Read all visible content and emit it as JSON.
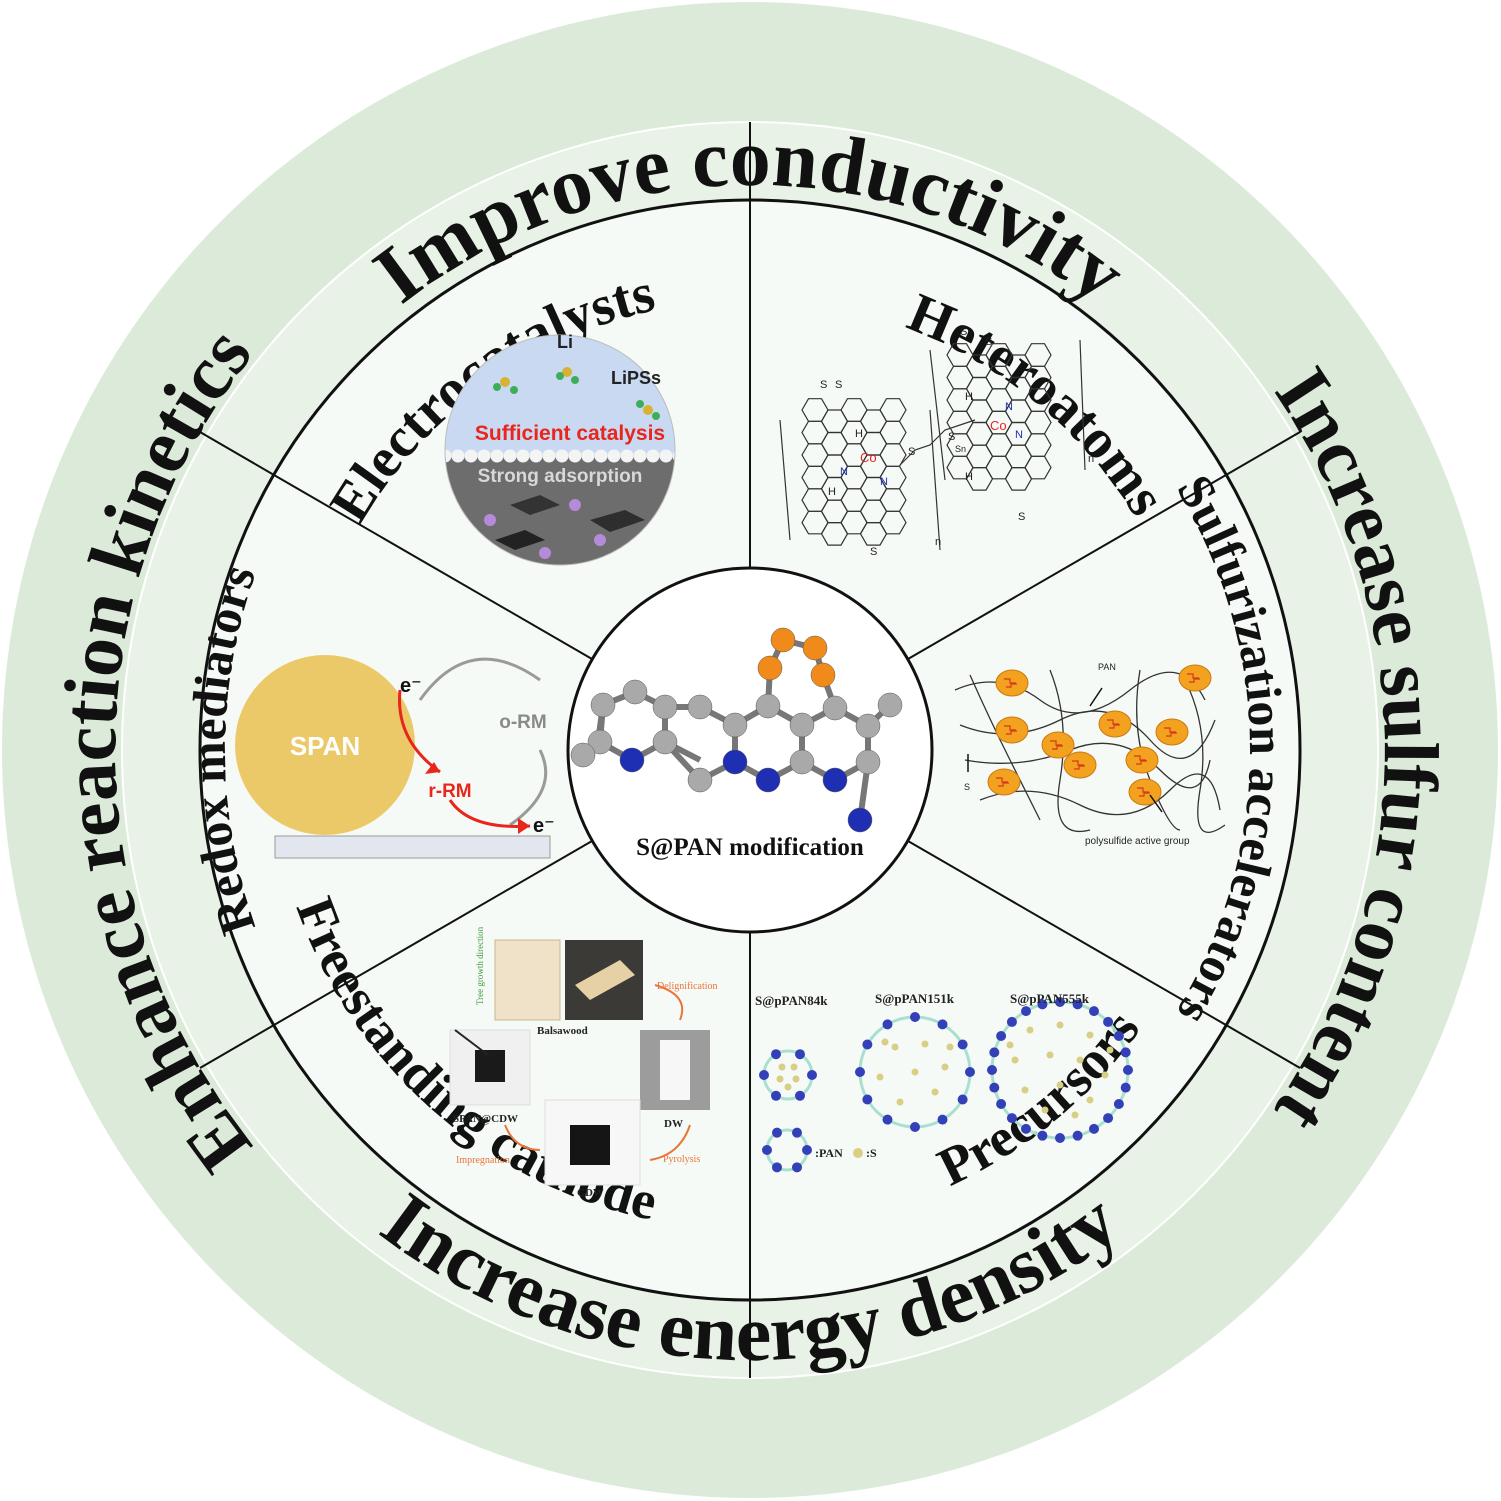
{
  "colors": {
    "outer_ring": "#dcebd9",
    "middle_ring": "#e8f2e6",
    "inner_disk": "#f6faf7",
    "line": "#111111",
    "span_circle": "#ecc968",
    "red_text": "#e8261c",
    "atom_gray": "#a9a9a9",
    "atom_blue": "#1f2fb3",
    "atom_orange": "#f08a1a"
  },
  "outer_ring": {
    "top": "Improve conductivity",
    "right": "Increase sulfur content",
    "bottom": "Increase energy density",
    "left": "Enhance reaction kinetics"
  },
  "segments": {
    "electrocatalysts": "Electrocatalysts",
    "heteroatoms": "Heteroatoms",
    "sulfurization": "Sulfurization accelerators",
    "precursors": "Precursors",
    "freestanding": "Freestanding cathode",
    "redox": "Redox mediators"
  },
  "center": {
    "label": "S@PAN modification"
  },
  "electrocatalysts_panel": {
    "li": "Li",
    "lipss": "LiPSs",
    "catalysis": "Sufficient catalysis",
    "adsorption": "Strong adsorption"
  },
  "heteroatoms_panel": {
    "s_labels": [
      "S",
      "S",
      "S",
      "S",
      "S",
      "S",
      "S",
      "S"
    ],
    "co": "Co",
    "n": "N",
    "h": "H",
    "sn": "Sn",
    "n_sub": "n"
  },
  "sulfurization_panel": {
    "pan": "PAN",
    "s": "S",
    "group": "polysulfide active group"
  },
  "precursors_panel": {
    "s84": "S@pPAN84k",
    "s151": "S@pPAN151k",
    "s555": "S@pPAN555k",
    "legend_pan": ":PAN",
    "legend_s": ":S"
  },
  "freestanding_panel": {
    "tree": "Tree growth direction",
    "balsawood": "Balsawood",
    "delignification": "Delignification",
    "dw": "DW",
    "pyrolysis": "Pyrolysis",
    "cdw": "CDW",
    "impregnation": "Impregnation",
    "span_cdw": "SPAN@CDW"
  },
  "redox_panel": {
    "span": "SPAN",
    "e1": "e⁻",
    "e2": "e⁻",
    "orm": "o-RM",
    "rrm": "r-RM"
  }
}
